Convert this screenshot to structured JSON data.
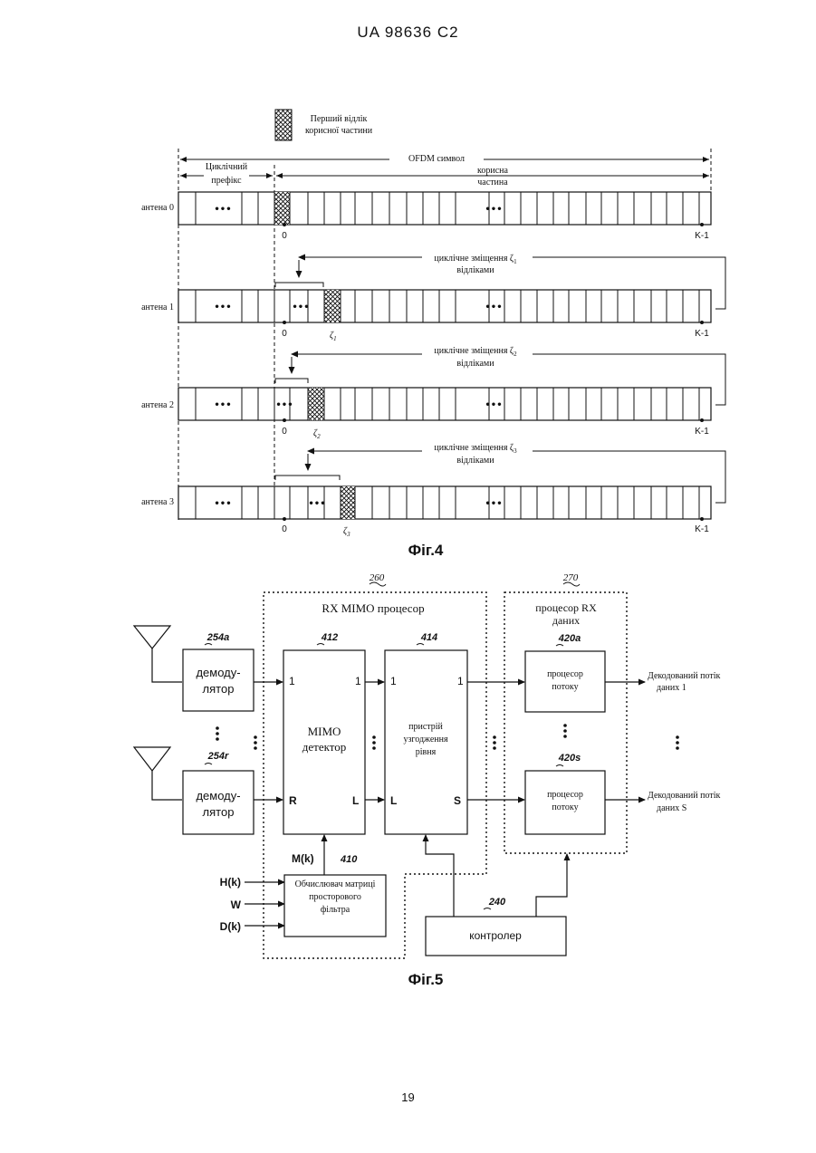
{
  "header": "UA   98636   C2",
  "page_number": "19",
  "fig4": {
    "legend": [
      "Перший відлік",
      "корисної частини"
    ],
    "ofdm_symbol": "OFDM символ",
    "cyclic_prefix": [
      "Циклічний",
      "префікс"
    ],
    "useful_part": [
      "корисна",
      "частина"
    ],
    "antennas": [
      "антена 0",
      "антена 1",
      "антена 2",
      "антена 3"
    ],
    "shift_lines": [
      [
        "циклічне зміщення ζ",
        "1",
        "відліками"
      ],
      [
        "циклічне зміщення ζ",
        "2",
        "відліками"
      ],
      [
        "циклічне зміщення ζ",
        "3",
        "відліками"
      ]
    ],
    "zero": "0",
    "k_minus_1": "K-1",
    "zeta_labels": [
      [
        "ζ",
        "1"
      ],
      [
        "ζ",
        "2"
      ],
      [
        "ζ",
        "3"
      ]
    ],
    "dots": "•••",
    "caption": "Фіг.4"
  },
  "fig5": {
    "ref_260": "260",
    "ref_270": "270",
    "rx_mimo": "RX MIMO процесор",
    "rx_data": [
      "процесор RX",
      "даних"
    ],
    "ref_254a": "254a",
    "ref_254r": "254r",
    "demod": [
      "демоду-",
      "лятор"
    ],
    "ref_412": "412",
    "ref_414": "414",
    "ref_420a": "420a",
    "ref_420s": "420s",
    "mimo_detector": [
      "MIMO",
      "детектор"
    ],
    "equalizer": [
      "пристрій",
      "узгодження",
      "рівня"
    ],
    "stream_proc": [
      "процесор",
      "потоку"
    ],
    "port_1": "1",
    "port_R": "R",
    "port_L": "L",
    "port_S": "S",
    "out_1": [
      "Декодований потік",
      "даних 1"
    ],
    "out_S": [
      "Декодований потік",
      "даних S"
    ],
    "mk": "M(k)",
    "ref_410": "410",
    "inputs": [
      "H(k)",
      "W",
      "D(k)"
    ],
    "calculator": [
      "Обчислювач матриці",
      "просторового",
      "фільтра"
    ],
    "ref_240": "240",
    "controller": "контролер",
    "caption": "Фіг.5"
  }
}
